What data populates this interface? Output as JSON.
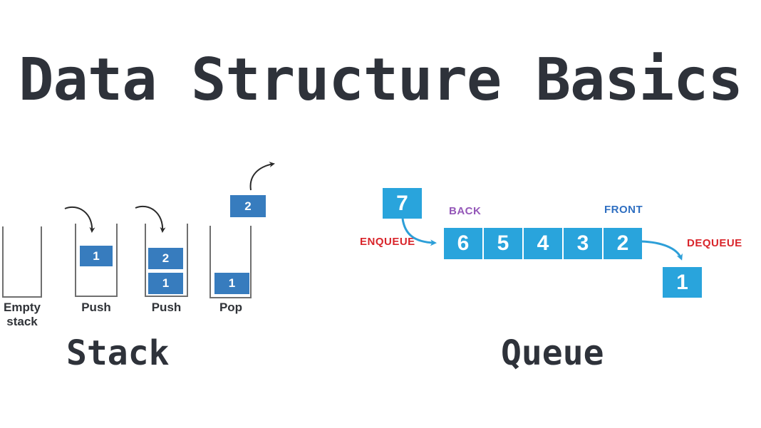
{
  "title": "Data Structure Basics",
  "colors": {
    "title_text": "#2e323a",
    "stack_box": "#377cbe",
    "queue_box": "#29a4dc",
    "container_border": "#6f6f6f",
    "arrow_dark": "#2a2a2a",
    "arrow_cyan": "#2d9fd8",
    "back_label": "#9457b8",
    "front_label": "#2f6fc1",
    "action_red": "#d9252b",
    "box_text": "#ffffff",
    "small_label": "#303338"
  },
  "stack": {
    "section_label": "Stack",
    "steps": [
      {
        "label": "Empty stack",
        "boxes": []
      },
      {
        "label": "Push",
        "boxes": [
          "1"
        ]
      },
      {
        "label": "Push",
        "boxes": [
          "2",
          "1"
        ]
      },
      {
        "label": "Pop",
        "boxes": [
          "1"
        ],
        "popped_box": "2"
      }
    ]
  },
  "queue": {
    "section_label": "Queue",
    "back_label": "BACK",
    "front_label": "FRONT",
    "enqueue_label": "ENQUEUE",
    "dequeue_label": "DEQUEUE",
    "incoming_value": "7",
    "cells": [
      "6",
      "5",
      "4",
      "3",
      "2"
    ],
    "outgoing_value": "1"
  }
}
